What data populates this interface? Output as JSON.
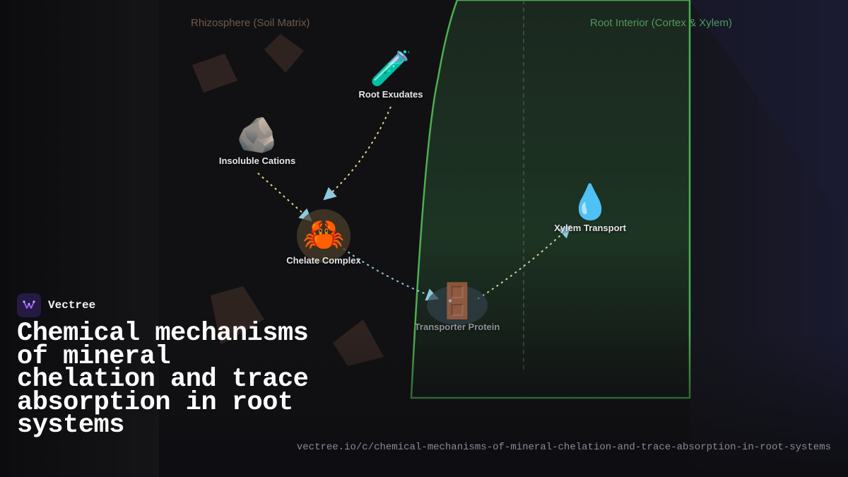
{
  "regions": {
    "soil_label": "Rhizosphere (Soil Matrix)",
    "root_label": "Root Interior (Cortex & Xylem)"
  },
  "nodes": {
    "root_exudates": {
      "icon": "test-tube-icon",
      "glyph": "🧪",
      "label": "Root Exudates"
    },
    "insoluble_cations": {
      "icon": "rock-icon",
      "glyph": "🪨",
      "label": "Insoluble Cations"
    },
    "chelate_complex": {
      "icon": "crab-icon",
      "glyph": "🦀",
      "label": "Chelate Complex"
    },
    "transporter_protein": {
      "icon": "door-icon",
      "glyph": "🚪",
      "label": "Transporter Protein"
    },
    "xylem_transport": {
      "icon": "droplet-icon",
      "glyph": "💧",
      "label": "Xylem Transport"
    }
  },
  "edges": [
    {
      "from": "root_exudates",
      "to": "chelate_complex",
      "color": "#e8d28a"
    },
    {
      "from": "insoluble_cations",
      "to": "chelate_complex",
      "color": "#e8d28a"
    },
    {
      "from": "chelate_complex",
      "to": "transporter_protein",
      "color": "#8ec9dc"
    },
    {
      "from": "transporter_protein",
      "to": "xylem_transport",
      "color": "#c6d39a"
    }
  ],
  "colors": {
    "background": "#101012",
    "root_boundary": "#4caf50",
    "soil_label": "#6e5a4e",
    "root_label": "#4f9a5a",
    "arrow_head": "#8ec9dc",
    "brand_accent": "#9b5cf0"
  },
  "brand": {
    "name": "Vectree",
    "logo_icon": "vectree-logo-icon"
  },
  "title": "Chemical mechanisms of mineral chelation and trace absorption in root systems",
  "url": "vectree.io/c/chemical-mechanisms-of-mineral-chelation-and-trace-absorption-in-root-systems"
}
